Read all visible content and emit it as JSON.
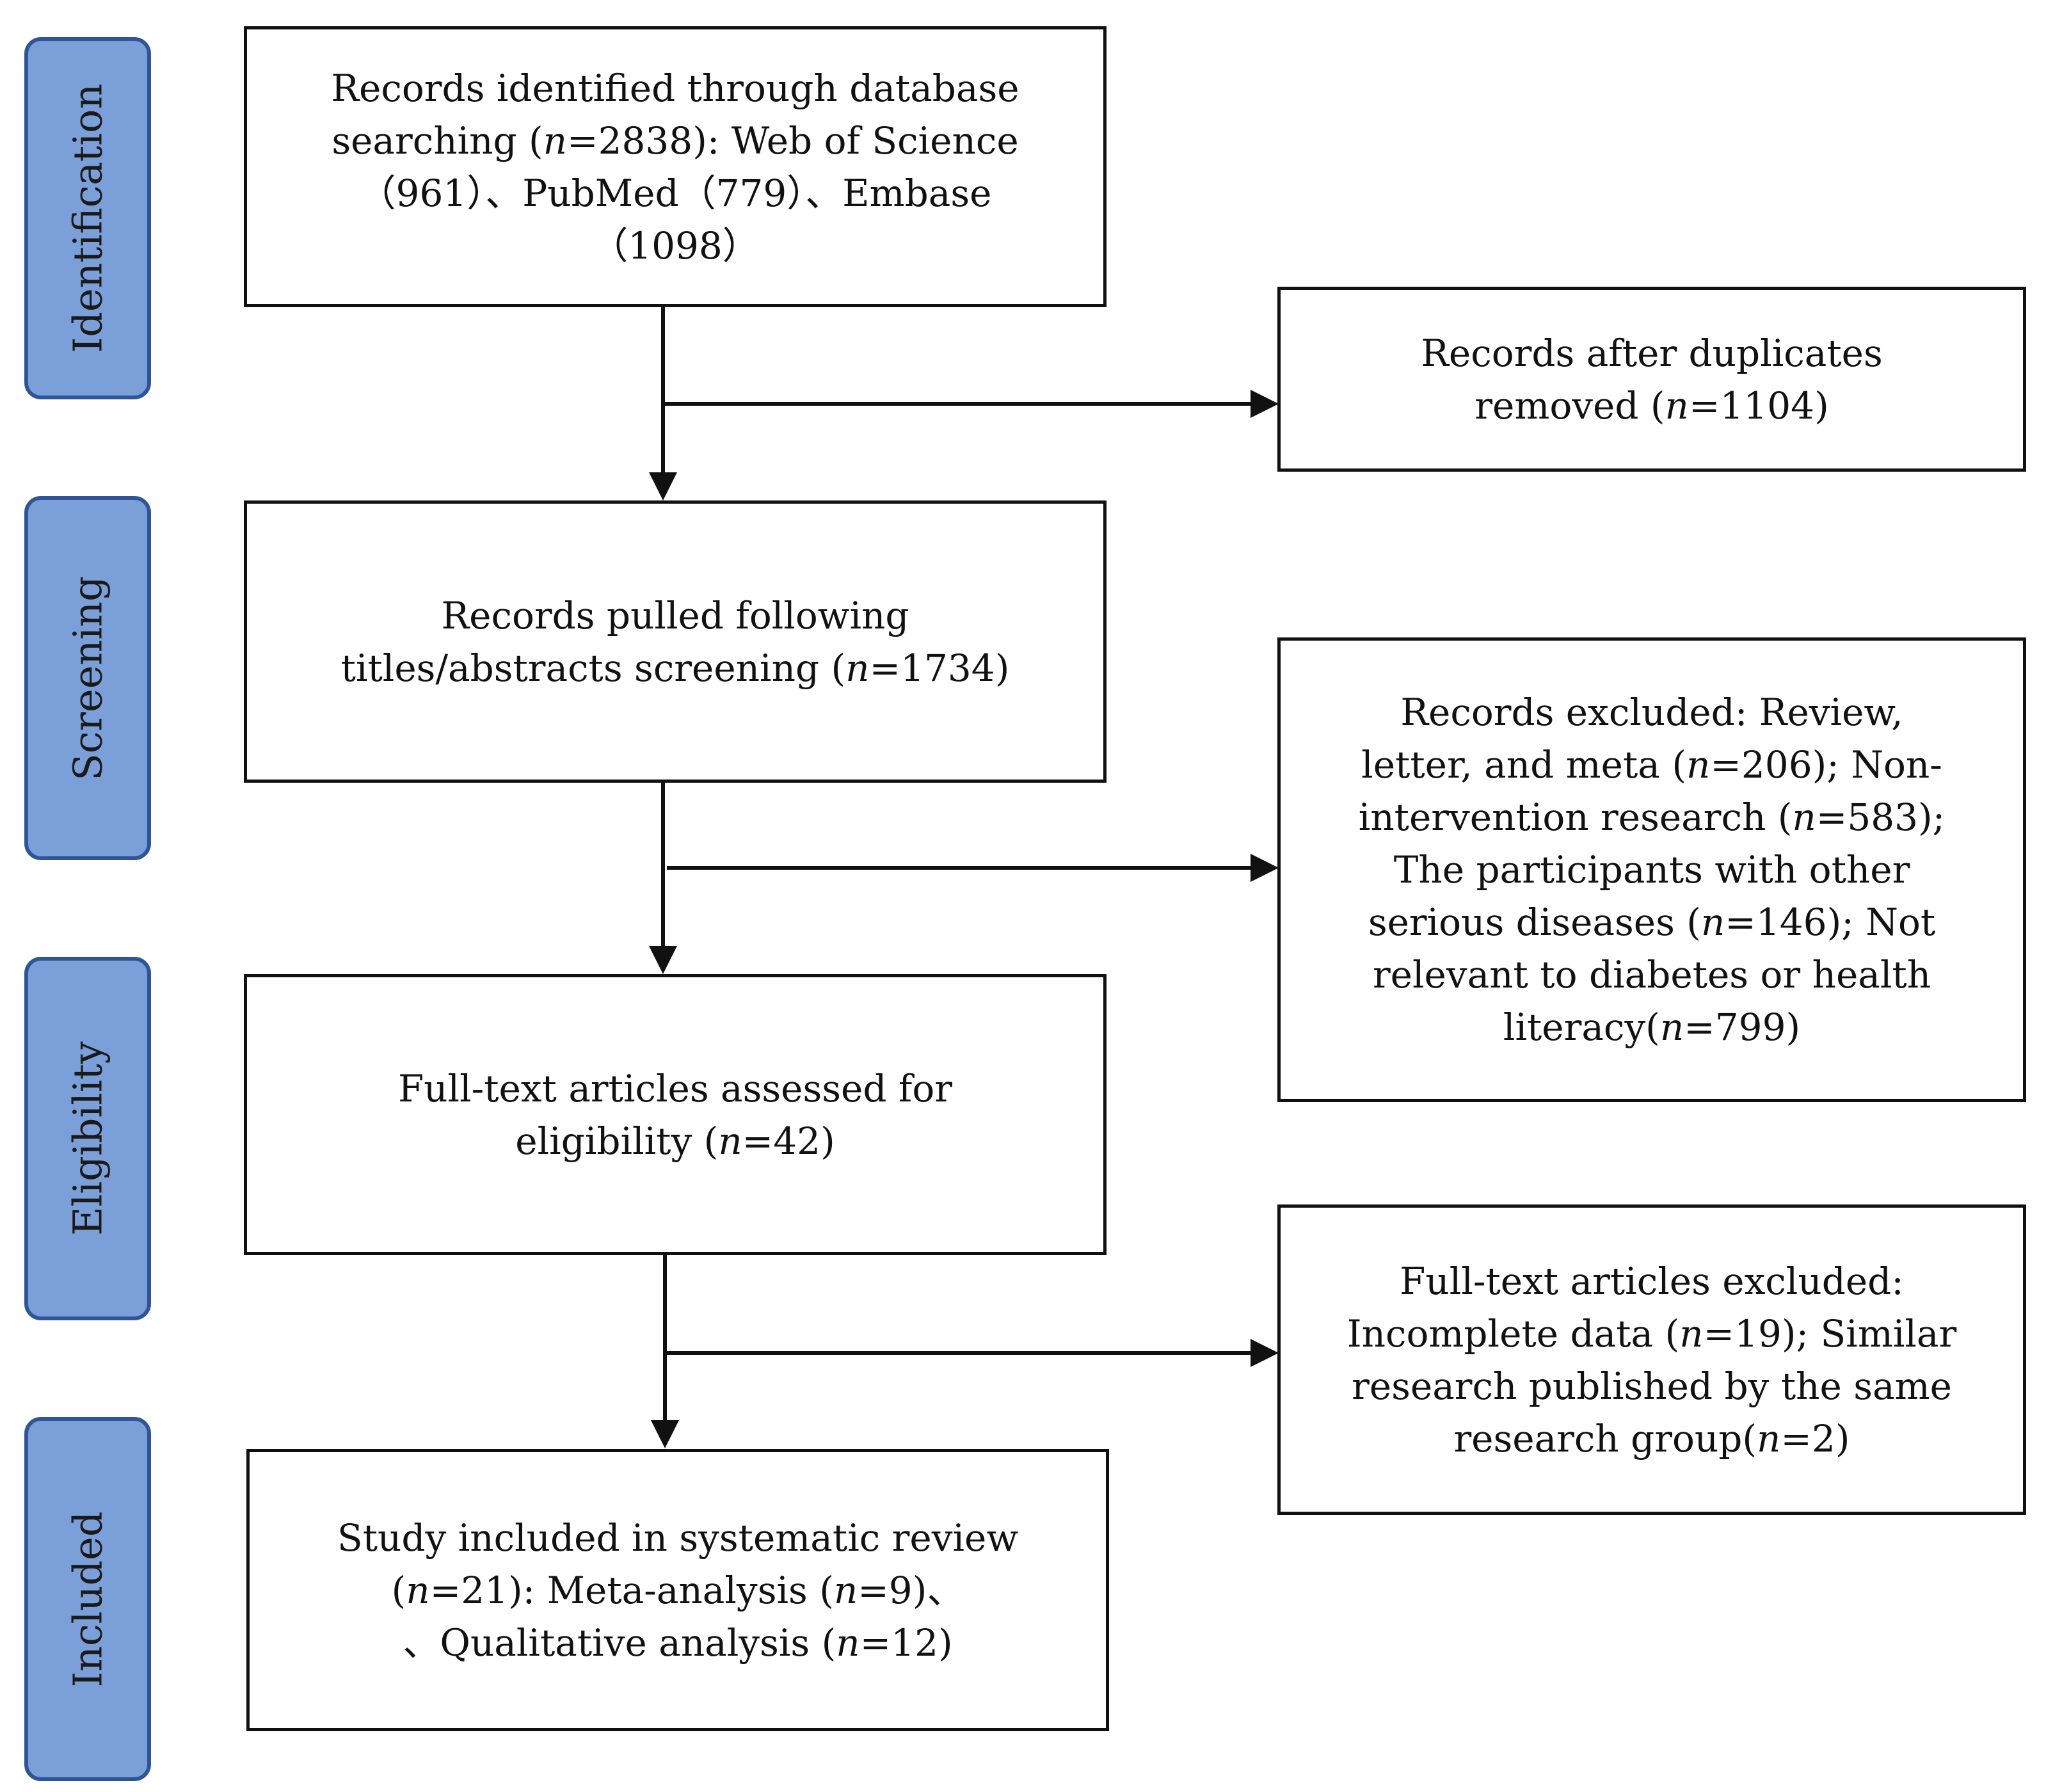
{
  "stages": {
    "identification": "Identification",
    "screening": "Screening",
    "eligibility": "Eligibility",
    "included": "Included"
  },
  "boxes": {
    "identified": {
      "line1": "Records identified through database",
      "line2a": "searching (",
      "n": "n",
      "line2b": "=2838): Web of Science",
      "line3": "（961）、PubMed（779）、Embase",
      "line4": "（1098）"
    },
    "duplicates": {
      "line1": "Records after duplicates",
      "line2a": "removed (",
      "n": "n",
      "line2b": "=1104)"
    },
    "screened": {
      "line1": "Records pulled following",
      "line2a": "titles/abstracts screening (",
      "n": "n",
      "line2b": "=1734)"
    },
    "excluded": {
      "line1": "Records excluded: Review,",
      "line2a": "letter, and meta (",
      "n1": "n",
      "line2b": "=206); Non-",
      "line3a": "intervention research (",
      "n2": "n",
      "line3b": "=583);",
      "line4": "The participants with other",
      "line5a": "serious diseases (",
      "n3": "n",
      "line5b": "=146); Not",
      "line6": "relevant to diabetes or health",
      "line7a": "literacy(",
      "n4": "n",
      "line7b": "=799)"
    },
    "fulltext": {
      "line1": "Full-text articles assessed for",
      "line2a": "eligibility (",
      "n": "n",
      "line2b": "=42)"
    },
    "fulltext_excluded": {
      "line1": "Full-text articles excluded:",
      "line2a": "Incomplete data (",
      "n1": "n",
      "line2b": "=19); Similar",
      "line3": "research published by the same",
      "line4a": "research group(",
      "n2": "n",
      "line4b": "=2)"
    },
    "included": {
      "line1": "Study included in systematic review",
      "line2a": "(",
      "n1": "n",
      "line2b": "=21): Meta-analysis (",
      "n2": "n",
      "line2c": "=9)、",
      "line3a": "、Qualitative analysis (",
      "n3": "n",
      "line3b": "=12)"
    }
  },
  "colors": {
    "stage_fill": "#7b9fd9",
    "stage_border": "#2f5597",
    "line": "#111111"
  }
}
